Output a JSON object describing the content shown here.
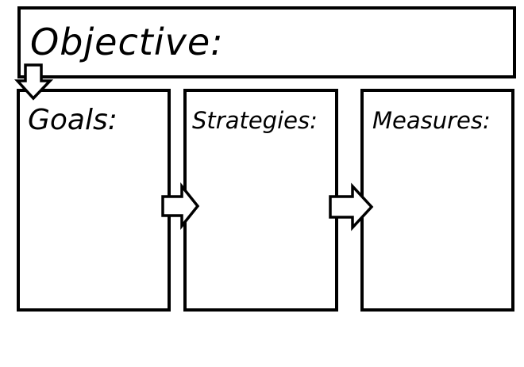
{
  "diagram": {
    "objective_label": "Objective:",
    "goals_label": "Goals:",
    "strategies_label": "Strategies:",
    "measures_label": "Measures:"
  },
  "colors": {
    "stroke": "#000000",
    "fill": "#ffffff"
  },
  "icons": {
    "down_arrow": "down-arrow-icon",
    "right_arrow": "right-arrow-icon"
  }
}
